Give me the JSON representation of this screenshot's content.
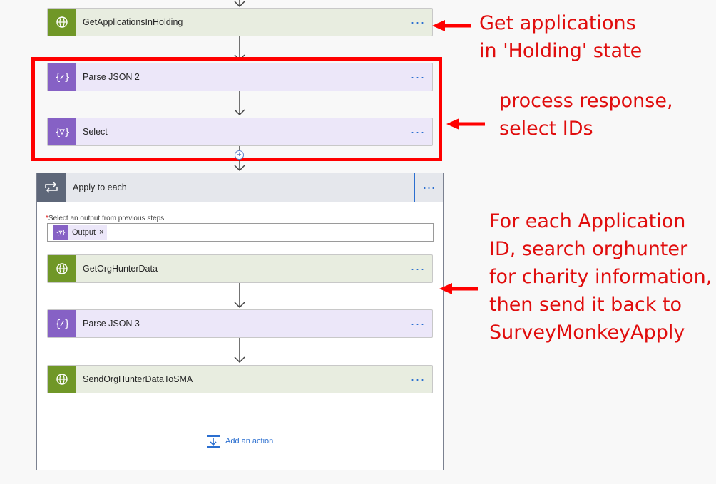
{
  "flow": {
    "step1": {
      "label": "GetApplicationsInHolding",
      "type": "http",
      "icon": "globe-icon"
    },
    "step2": {
      "label": "Parse JSON 2",
      "type": "data-operation",
      "icon": "parse-json-icon"
    },
    "step3": {
      "label": "Select",
      "type": "data-operation",
      "icon": "select-icon"
    },
    "more_label": "···"
  },
  "apply_each": {
    "title": "Apply to each",
    "required_mark": "*",
    "field_label": "Select an output from previous steps",
    "token_label": "Output",
    "token_remove": "×",
    "steps": [
      {
        "label": "GetOrgHunterData",
        "type": "http"
      },
      {
        "label": "Parse JSON 3",
        "type": "data-operation"
      },
      {
        "label": "SendOrgHunterDataToSMA",
        "type": "http"
      }
    ],
    "add_action": "Add an action"
  },
  "annotations": {
    "note1": [
      "Get applications",
      "in 'Holding' state"
    ],
    "note2": [
      "process response,",
      "select IDs"
    ],
    "note3": [
      "For each Application",
      "ID, search orghunter",
      "for charity information,",
      "then send it back to",
      "SurveyMonkeyApply"
    ]
  },
  "colors": {
    "http_accent": "#709727",
    "data_accent": "#8661c5",
    "loop_accent": "#5e6779",
    "annotation": "#ff0000",
    "link": "#2b6fd0"
  }
}
